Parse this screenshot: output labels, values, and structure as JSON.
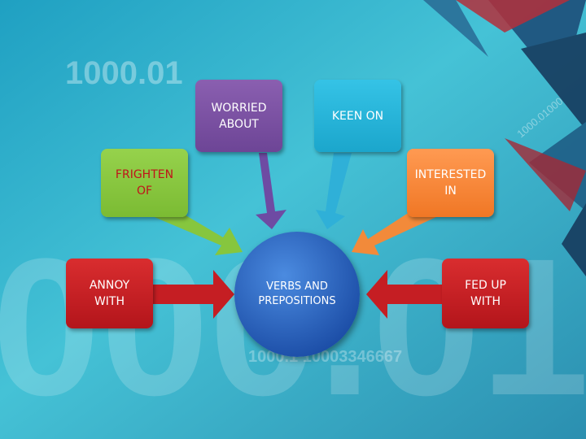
{
  "background": {
    "watermark_small": "1000.01",
    "watermark_large": "000.01",
    "watermark_digits": "1000.1 10003346667",
    "watermark_diag": "1000.01000"
  },
  "diagram": {
    "center": "VERBS AND\nPREPOSITIONS",
    "nodes": {
      "worried": "WORRIED\nABOUT",
      "keen": "KEEN ON",
      "frighten": "FRIGHTEN\nOF",
      "interested": "INTERESTED\nIN",
      "annoy": "ANNOY\nWITH",
      "fedup": "FED UP\nWITH"
    }
  },
  "colors": {
    "purple": "#7a50a3",
    "cyan": "#27b6dc",
    "green": "#86c63e",
    "orange": "#f5822f",
    "red": "#c51e23",
    "blue": "#2a62c2"
  }
}
